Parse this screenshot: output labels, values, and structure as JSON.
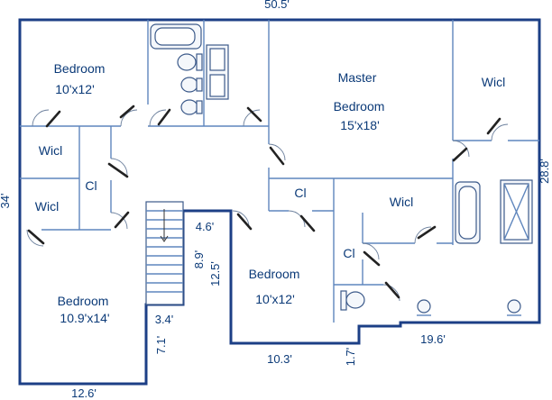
{
  "rooms": {
    "bedroom_nw": {
      "name": "Bedroom",
      "size": "10'x12'"
    },
    "master": {
      "name": "Master",
      "name2": "Bedroom",
      "size": "15'x18'"
    },
    "wicl_master": {
      "name": "Wicl"
    },
    "wicl_left_upper": {
      "name": "Wicl"
    },
    "wicl_left_lower": {
      "name": "Wicl"
    },
    "cl_left": {
      "name": "Cl"
    },
    "cl_center": {
      "name": "Cl"
    },
    "wicl_center": {
      "name": "Wicl"
    },
    "cl_small": {
      "name": "Cl"
    },
    "bedroom_center": {
      "name": "Bedroom",
      "size": "10'x12'"
    },
    "bedroom_sw": {
      "name": "Bedroom",
      "size": "10.9'x14'"
    }
  },
  "dimensions": {
    "top": "50.5'",
    "left": "34'",
    "right": "28.8'",
    "bottom_left": "12.6'",
    "notch_width": "4.6'",
    "notch_depth": "8.9'",
    "notch_depth_long": "12.5'",
    "step_width": "3.4'",
    "step_depth": "7.1'",
    "bedroom_bottom": "10.3'",
    "step2_depth": "1.7'",
    "bottom_right": "19.6'"
  }
}
